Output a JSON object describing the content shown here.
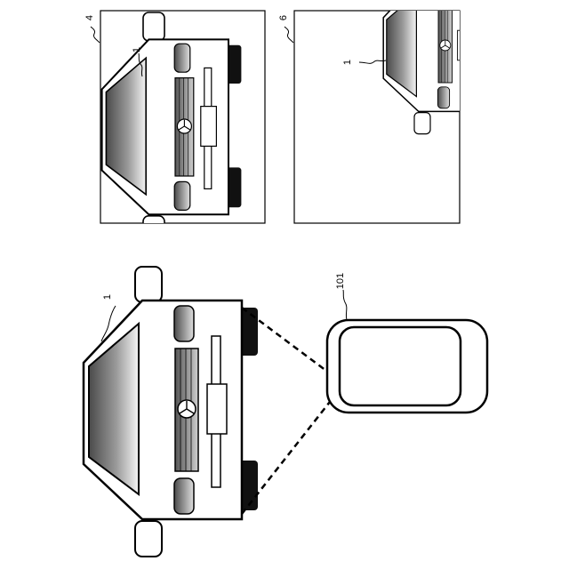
{
  "labels": {
    "car_main": "1",
    "device": "101",
    "panel_top": "4",
    "panel_top_car": "1",
    "panel_bottom": "6",
    "panel_bottom_car": "1"
  },
  "colors": {
    "line": "#000000",
    "windshield_dark": "#5a5a5a",
    "windshield_light": "#f2f2f2",
    "background": "#ffffff"
  },
  "icons": {
    "emblem": "three-pointed-star-emblem",
    "wiggle": "leader-wiggle"
  }
}
